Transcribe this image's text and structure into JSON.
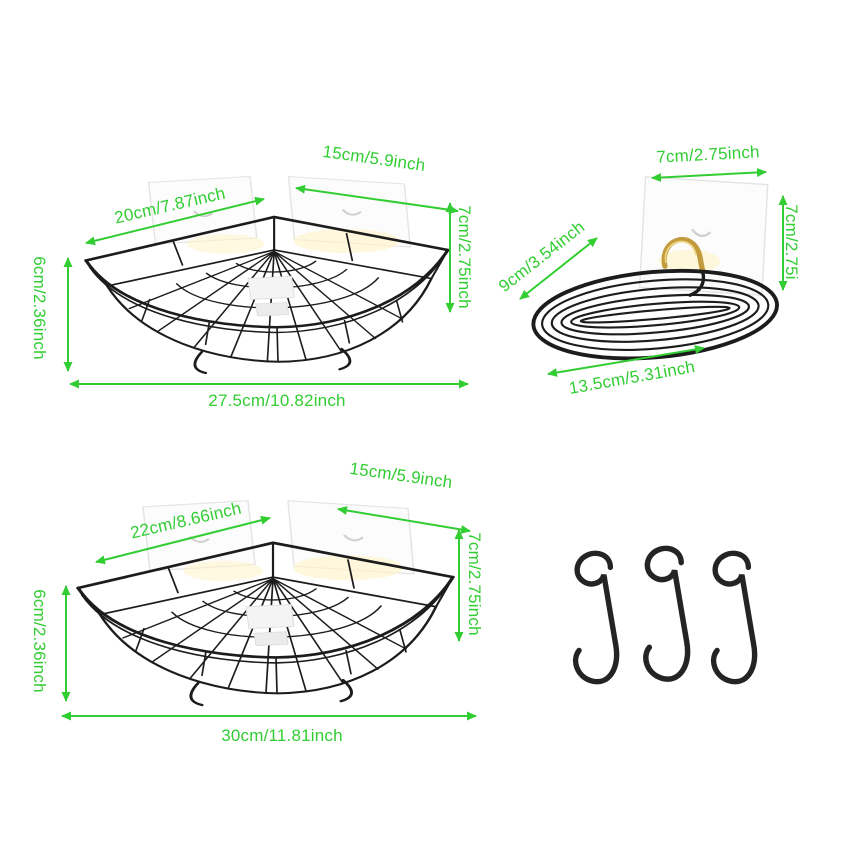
{
  "figure": "bathroom shelf set dimension diagram",
  "colors": {
    "dimension_green": "#32cd32",
    "wire_black": "#1c1c1c",
    "hook_gold": "#c29b3f"
  },
  "products": {
    "corner_shelf_small": {
      "name": "corner shelf (small)",
      "dims": {
        "top_edge": "15cm/5.9inch",
        "left_edge": "20cm/7.87inch",
        "height_right": "7cm/2.75inch",
        "height_left": "6cm/2.36inch",
        "front_width": "27.5cm/10.82inch"
      }
    },
    "soap_dish": {
      "name": "soap dish",
      "dims": {
        "pad_width": "7cm/2.75inch",
        "pad_height": "7cm/2.75i",
        "depth": "9cm/3.54inch",
        "length": "13.5cm/5.31inch"
      }
    },
    "corner_shelf_large": {
      "name": "corner shelf (large)",
      "dims": {
        "top_edge": "15cm/5.9inch",
        "left_edge": "22cm/8.66inch",
        "height_right": "7cm/2.75inch",
        "height_left": "6cm/2.36inch",
        "front_width": "30cm/11.81inch"
      }
    },
    "s_hooks": {
      "name": "s-hooks",
      "count": "3"
    }
  }
}
